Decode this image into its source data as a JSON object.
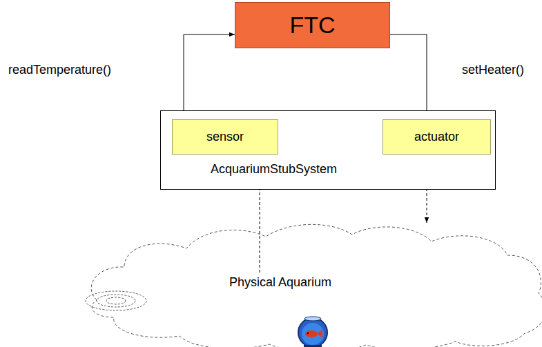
{
  "diagram": {
    "nodes": [
      {
        "text": [
          "FTC"
        ]
      },
      {
        "text": [
          "AcquariumStubSystem"
        ]
      },
      {
        "text": [
          "sensor"
        ],
        "in": 1
      },
      {
        "text": [
          "actuator"
        ],
        "in": 1
      },
      {
        "text": [
          "Physical Aquarium"
        ]
      }
    ],
    "edges": [
      {
        "from": 2,
        "to": 0,
        "label": "readTemperature()",
        "arrow": "to"
      },
      {
        "from": 0,
        "to": 3,
        "label": "setHeater()",
        "arrow": "to"
      },
      {
        "from": 4,
        "to": 2,
        "arrow": "to"
      },
      {
        "from": 3,
        "to": 4,
        "arrow": "to"
      }
    ]
  }
}
